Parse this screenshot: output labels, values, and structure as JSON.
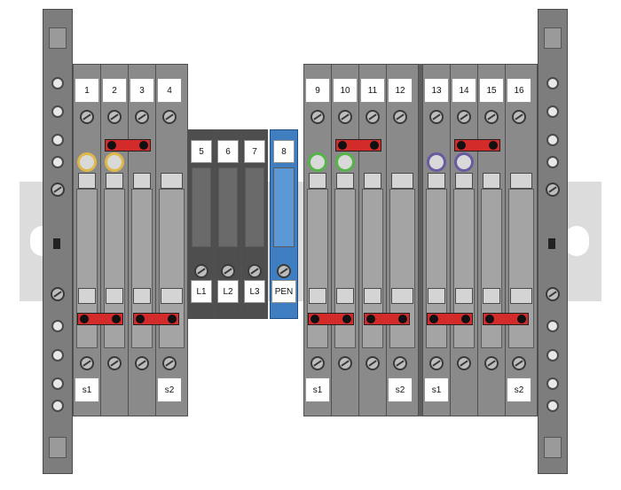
{
  "terminal_labels": {
    "top_group1": [
      "1",
      "2",
      "3",
      "4"
    ],
    "top_group2": [
      "9",
      "10",
      "11",
      "12"
    ],
    "top_group3": [
      "13",
      "14",
      "15",
      "16"
    ],
    "middle_numbers": [
      "5",
      "6",
      "7",
      "8"
    ],
    "middle_bottom": [
      "L1",
      "L2",
      "L3",
      "PEN"
    ],
    "bottom_group1": [
      "s1",
      "s2"
    ],
    "bottom_group2": [
      "s1",
      "s2"
    ],
    "bottom_group3": [
      "s1",
      "s2"
    ]
  },
  "colors": {
    "block_gray": "#8a8a8a",
    "block_dark": "#4e4e4e",
    "block_blue": "#3f7fc1",
    "bridge_red": "#d32a2a",
    "ferrule_yellow": "#e0b84a",
    "ferrule_green": "#55b44a",
    "ferrule_purple": "#6a5aa0",
    "rail": "#dcdcdc"
  }
}
